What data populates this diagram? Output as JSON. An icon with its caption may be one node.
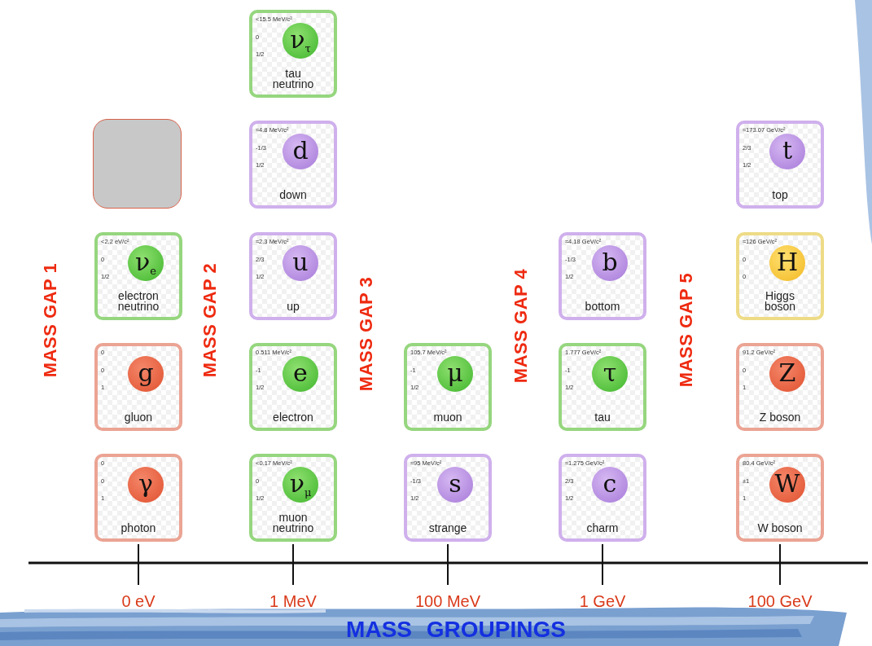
{
  "diagram": {
    "caption": "MASS GROUPINGS",
    "nodes": [
      {
        "text": [
          "<15.5 MeV/c²",
          "0",
          "1/2",
          "ν$_{τ}$",
          "tau neutrino"
        ]
      },
      {
        "text": [],
        "shape": "box"
      },
      {
        "text": [
          "≈4.8 MeV/c²",
          "-1/3",
          "1/2",
          "d",
          "down"
        ]
      },
      {
        "text": [
          "≈173.07 GeV/c²",
          "2/3",
          "1/2",
          "t",
          "top"
        ]
      },
      {
        "text": [
          "<2.2 eV/c²",
          "0",
          "1/2",
          "ν$_{e}$",
          "electron neutrino"
        ]
      },
      {
        "text": [
          "≈2.3 MeV/c²",
          "2/3",
          "1/2",
          "u",
          "up"
        ]
      },
      {
        "text": [
          "≈4.18 GeV/c²",
          "-1/3",
          "1/2",
          "b",
          "bottom"
        ]
      },
      {
        "text": [
          "≈126 GeV/c²",
          "0",
          "0",
          "H",
          "Higgs boson"
        ]
      },
      {
        "text": [
          "0",
          "0",
          "1",
          "g",
          "gluon"
        ]
      },
      {
        "text": [
          "0.511 MeV/c²",
          "-1",
          "1/2",
          "e",
          "electron"
        ]
      },
      {
        "text": [
          "105.7 MeV/c²",
          "-1",
          "1/2",
          "μ",
          "muon"
        ]
      },
      {
        "text": [
          "1.777 GeV/c²",
          "-1",
          "1/2",
          "τ",
          "tau"
        ]
      },
      {
        "text": [
          "91.2 GeV/c²",
          "0",
          "1",
          "Z",
          "Z boson"
        ]
      },
      {
        "text": [
          "0",
          "0",
          "1",
          "γ",
          "photon"
        ]
      },
      {
        "text": [
          "<0.17 MeV/c²",
          "0",
          "1/2",
          "ν$_{μ}$",
          "muon neutrino"
        ]
      },
      {
        "text": [
          "≈95 MeV/c²",
          "-1/3",
          "1/2",
          "s",
          "strange"
        ]
      },
      {
        "text": [
          "≈1.275 GeV/c²",
          "2/3",
          "1/2",
          "c",
          "charm"
        ]
      },
      {
        "text": [
          "80.4 GeV/c²",
          "±1",
          "1",
          "W",
          "W boson"
        ]
      }
    ],
    "labels": [
      "MASS GAP 1",
      "MASS GAP 2",
      "MASS GAP 3",
      "MASS GAP 4",
      "MASS GAP 5",
      "0 eV",
      "1 MeV",
      "100 MeV",
      "1 GeV",
      "100 GeV"
    ]
  }
}
